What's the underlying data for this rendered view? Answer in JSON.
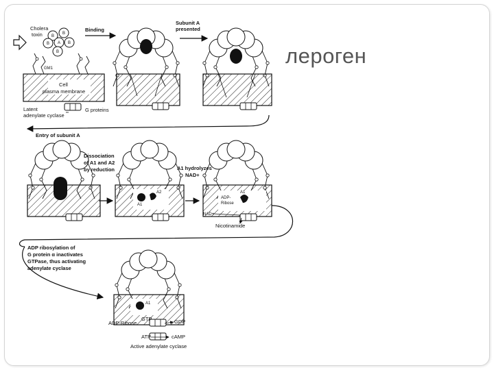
{
  "slide": {
    "title": "лероген"
  },
  "diagram": {
    "labels": {
      "cholera_toxin_1": "Cholera",
      "cholera_toxin_2": "toxin",
      "binding": "Binding",
      "subunit_a_1": "Subunit A",
      "subunit_a_2": "presented",
      "cell_membrane_1": "Cell",
      "cell_membrane_2": "plasma membrane",
      "latent_ac_1": "Latent",
      "latent_ac_2": "adenylate cyclase",
      "g_proteins": "G proteins",
      "gm1": "GM1",
      "entry": "Entry of subunit A",
      "dissociation_1": "Dissociation",
      "dissociation_2": "of A1 and A2",
      "dissociation_3": "by reduction",
      "hydrolyzes_1": "A1 hydrolyzes",
      "hydrolyzes_2": "NAD+",
      "adp_ribose_1": "ADP-",
      "adp_ribose_2": "Ribose",
      "nad": "NAD+",
      "nicotinamide": "Nicotinamide",
      "adp_rib_1": "ADP ribosylation of",
      "adp_rib_2": "G protein α inactivates",
      "adp_rib_3": "GTPase, thus activating",
      "adp_rib_4": "adenylate cyclase",
      "adp_ribose_bottom": "ADP-Ribose",
      "gtp": "GTP",
      "gdp": "GDP",
      "atp": "ATP",
      "camp": "cAMP",
      "active_ac": "Active adenylate cyclase",
      "a1": "A1",
      "a2": "A2",
      "sub_b": "B",
      "sub_a": "A"
    }
  }
}
